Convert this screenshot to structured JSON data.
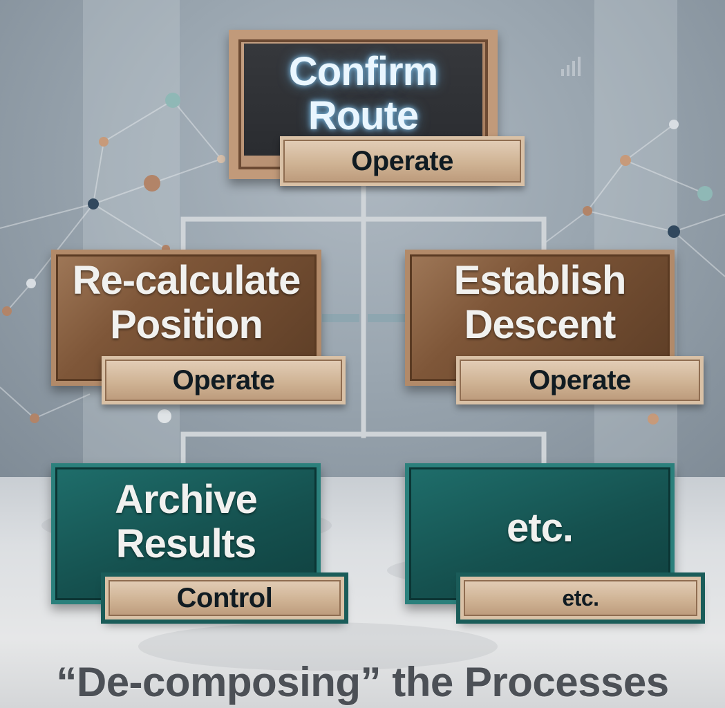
{
  "diagram": {
    "root": {
      "title_line1": "Confirm",
      "title_line2": "Route",
      "tag": "Operate"
    },
    "left_child": {
      "title_line1": "Re-calculate",
      "title_line2": "Position",
      "tag": "Operate"
    },
    "right_child": {
      "title_line1": "Establish",
      "title_line2": "Descent",
      "tag": "Operate"
    },
    "bottom_left": {
      "title_line1": "Archive",
      "title_line2": "Results",
      "tag": "Control"
    },
    "bottom_right": {
      "title": "etc.",
      "tag": "etc."
    }
  },
  "caption": "“De-composing” the Processes",
  "colors": {
    "bronze": "#7e5638",
    "tan_tag": "#cfb394",
    "teal": "#15514f",
    "glow_text": "#e9f6ff",
    "connector_metal": "#cfd4d8",
    "caption_text": "#4c5056"
  }
}
